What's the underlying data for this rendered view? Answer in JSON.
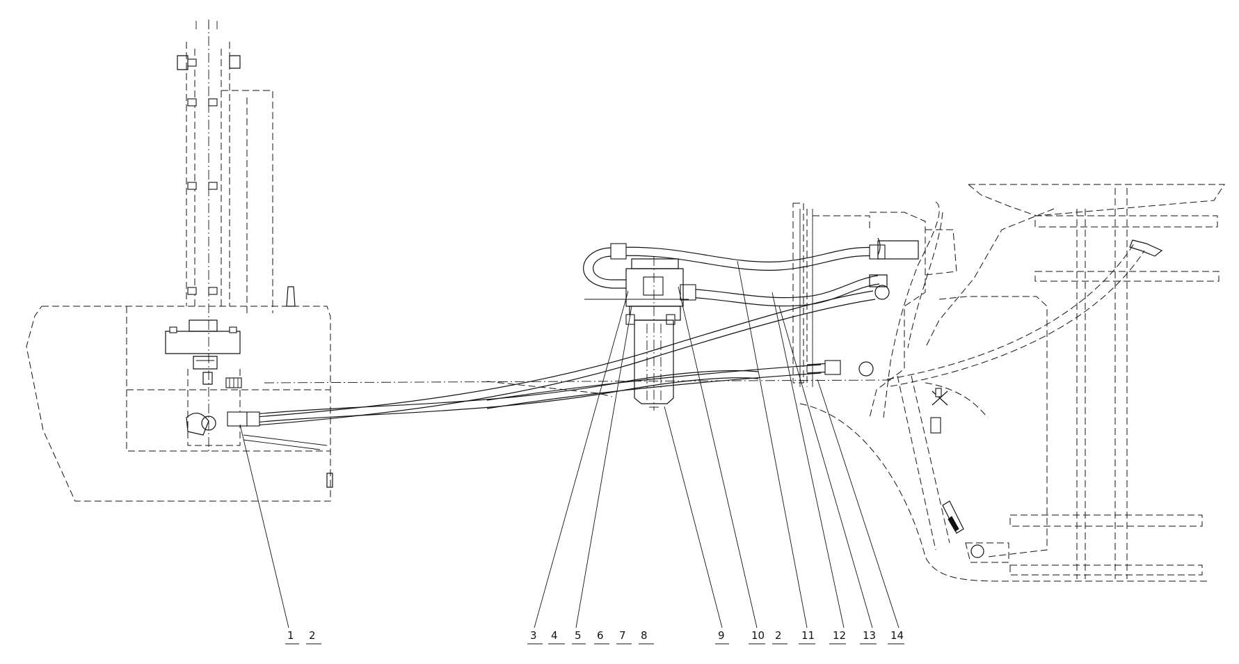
{
  "drawing": {
    "callouts": [
      {
        "id": "c1",
        "label": "1"
      },
      {
        "id": "c2a",
        "label": "2"
      },
      {
        "id": "c3",
        "label": "3"
      },
      {
        "id": "c4",
        "label": "4"
      },
      {
        "id": "c5",
        "label": "5"
      },
      {
        "id": "c6",
        "label": "6"
      },
      {
        "id": "c7",
        "label": "7"
      },
      {
        "id": "c8",
        "label": "8"
      },
      {
        "id": "c9",
        "label": "9"
      },
      {
        "id": "c10",
        "label": "10"
      },
      {
        "id": "c2b",
        "label": "2"
      },
      {
        "id": "c11",
        "label": "11"
      },
      {
        "id": "c12",
        "label": "12"
      },
      {
        "id": "c13",
        "label": "13"
      },
      {
        "id": "c14",
        "label": "14"
      }
    ]
  }
}
